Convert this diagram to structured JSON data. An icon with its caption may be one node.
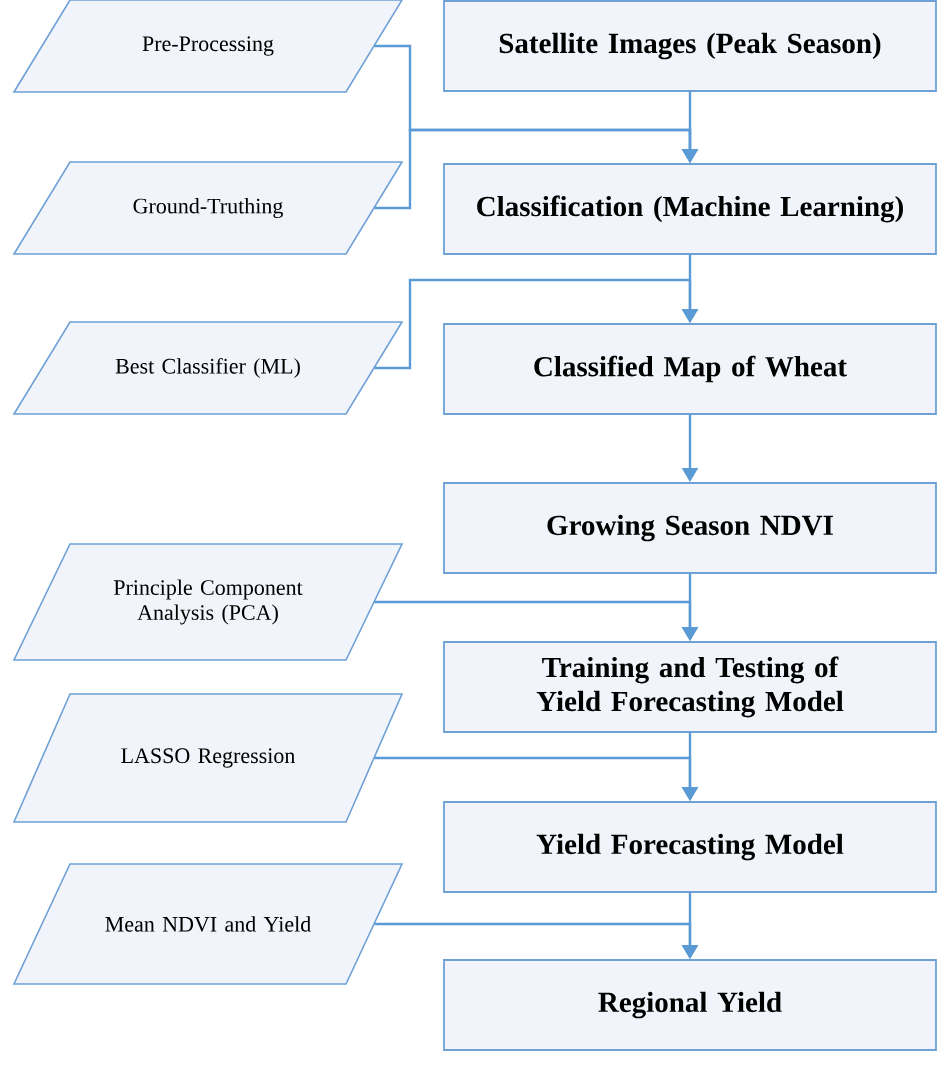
{
  "diagram": {
    "nodes": [
      {
        "text": [
          "Pre-Processing"
        ]
      },
      {
        "text": [
          "Satellite Images (Peak Season)"
        ]
      },
      {
        "text": [
          "Ground-Truthing"
        ]
      },
      {
        "text": [
          "Classification (Machine Learning)"
        ]
      },
      {
        "text": [
          "Best Classifier (ML)"
        ]
      },
      {
        "text": [
          "Classified Map of Wheat"
        ]
      },
      {
        "text": [
          "Growing Season NDVI"
        ]
      },
      {
        "text": [
          "Principle Component Analysis (PCA)"
        ]
      },
      {
        "text": [
          "Training and Testing of Yield Forecasting Model"
        ]
      },
      {
        "text": [
          "LASSO Regression"
        ]
      },
      {
        "text": [
          "Yield Forecasting Model"
        ]
      },
      {
        "text": [
          "Mean NDVI and Yield"
        ]
      },
      {
        "text": [
          "Regional Yield"
        ]
      }
    ],
    "edges": [
      {
        "from": 1,
        "to": 3,
        "arrow": "to"
      },
      {
        "from": 3,
        "to": 5,
        "arrow": "to"
      },
      {
        "from": 5,
        "to": 6,
        "arrow": "to"
      },
      {
        "from": 6,
        "to": 8,
        "arrow": "to"
      },
      {
        "from": 8,
        "to": 10,
        "arrow": "to"
      },
      {
        "from": 10,
        "to": 12,
        "arrow": "to"
      },
      {
        "from": 0,
        "to": 3,
        "arrow": "to"
      },
      {
        "from": 2,
        "to": 3,
        "arrow": "to"
      },
      {
        "from": 4,
        "to": 5,
        "arrow": "to"
      },
      {
        "from": 7,
        "to": 8,
        "arrow": "to"
      },
      {
        "from": 9,
        "to": 10,
        "arrow": "to"
      },
      {
        "from": 11,
        "to": 12,
        "arrow": "to"
      }
    ]
  }
}
